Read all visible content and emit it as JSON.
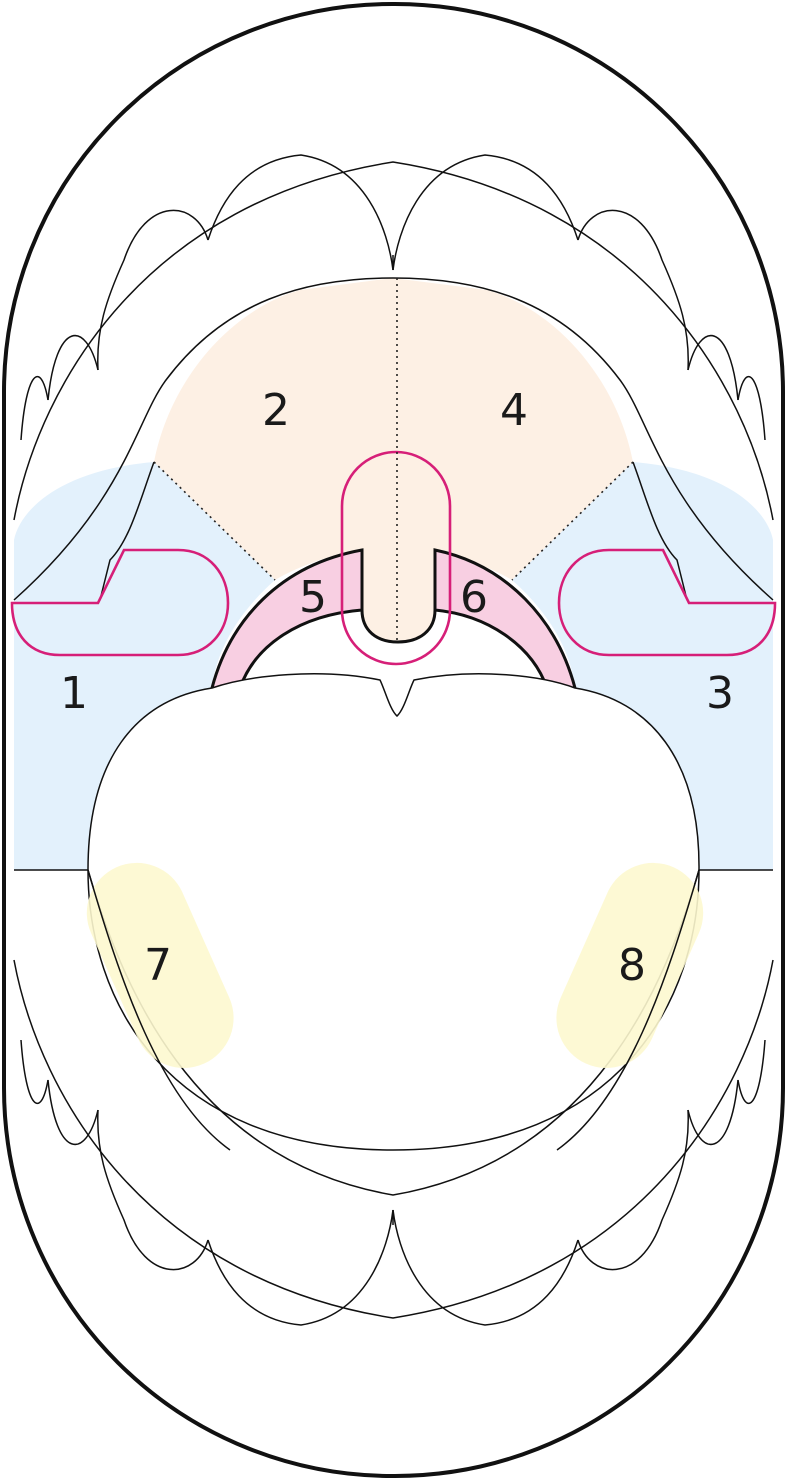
{
  "colors": {
    "palate_fill": "#fdf0e4",
    "cheek_fill": "#e3f1fc",
    "arch_fill": "#f8cfe2",
    "zone_fill": "#fdf8cf",
    "highlight_stroke": "#d61f78",
    "outline": "#111111"
  },
  "labels": {
    "r1": "1",
    "r2": "2",
    "r3": "3",
    "r4": "4",
    "r5": "5",
    "r6": "6",
    "r7": "7",
    "r8": "8"
  }
}
